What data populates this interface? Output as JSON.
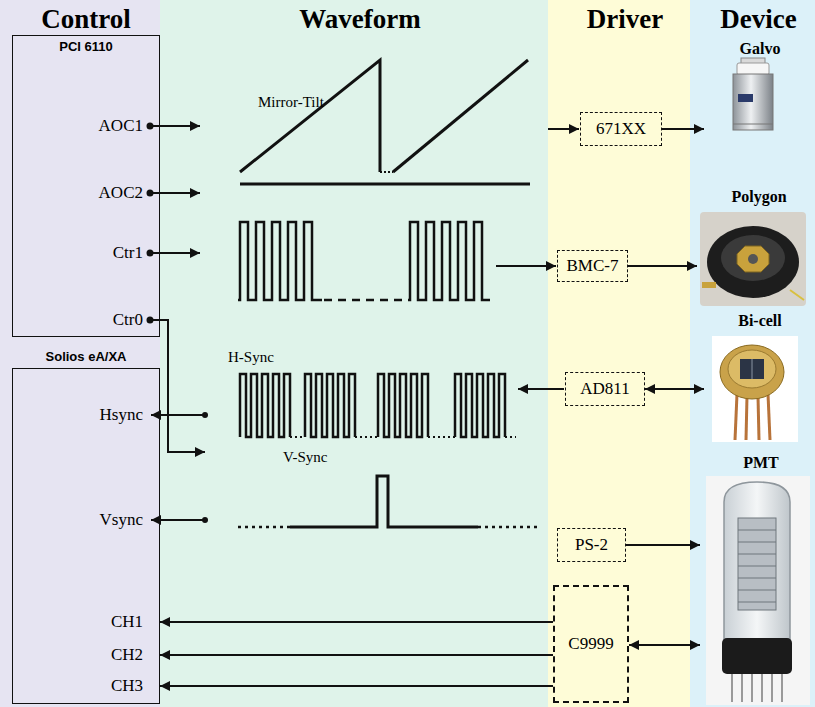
{
  "diagram": {
    "nodes": [
      {
        "text": [
          "Control"
        ]
      },
      {
        "text": [
          "PCI 6110"
        ],
        "in": 0
      },
      {
        "text": [
          "Solios eA/XA"
        ],
        "in": 0
      },
      {
        "text": [
          "Waveform"
        ]
      },
      {
        "text": [
          "Driver"
        ]
      },
      {
        "text": [
          "671XX"
        ],
        "in": 4
      },
      {
        "text": [
          "BMC-7"
        ],
        "in": 4
      },
      {
        "text": [
          "AD811"
        ],
        "in": 4
      },
      {
        "text": [
          "PS-2"
        ],
        "in": 4
      },
      {
        "text": [
          "C9999"
        ],
        "in": 4
      },
      {
        "text": [
          "Device"
        ]
      },
      {
        "text": [
          "Galvo"
        ],
        "in": 10
      },
      {
        "text": [
          "Polygon"
        ],
        "in": 10
      },
      {
        "text": [
          "Bi-cell"
        ],
        "in": 10
      },
      {
        "text": [
          "PMT"
        ],
        "in": 10
      }
    ],
    "edges": [
      {
        "from": 5,
        "to": 11,
        "arrow": "to"
      },
      {
        "from": 6,
        "to": 12,
        "arrow": "to"
      },
      {
        "from": 7,
        "to": 13,
        "arrow": "both"
      },
      {
        "from": 8,
        "to": 14,
        "arrow": "to"
      },
      {
        "from": 9,
        "to": 14,
        "arrow": "both"
      },
      {
        "from": 9,
        "to": 2,
        "arrow": "to"
      },
      {
        "from": 9,
        "to": 2,
        "arrow": "to"
      },
      {
        "from": 9,
        "to": 2,
        "arrow": "to"
      }
    ],
    "labels": [
      "AOC1",
      "AOC2",
      "Ctr1",
      "Ctr0",
      "Hsync",
      "Vsync",
      "CH1",
      "CH2",
      "CH3",
      "Mirror-Tilt",
      "H-Sync",
      "V-Sync"
    ]
  }
}
